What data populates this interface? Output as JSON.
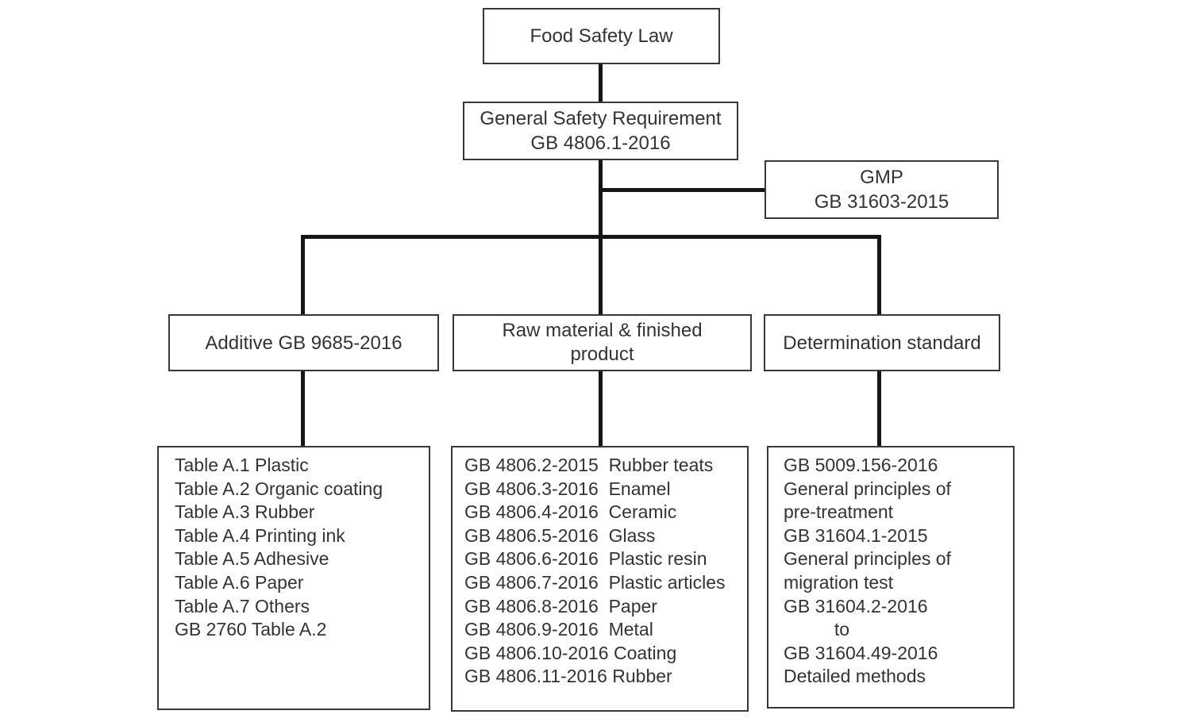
{
  "nodes": {
    "food_safety_law": "Food Safety Law",
    "general_safety": "General Safety Requirement\nGB 4806.1-2016",
    "gmp": "GMP\nGB 31603-2015",
    "additive": "Additive GB 9685-2016",
    "raw_material": "Raw material & finished\nproduct",
    "determination": "Determination standard"
  },
  "lists": {
    "additive": [
      "Table A.1 Plastic",
      "Table A.2 Organic coating",
      "Table A.3 Rubber",
      "Table A.4 Printing ink",
      "Table A.5 Adhesive",
      "Table A.6 Paper",
      "Table A.7 Others",
      "GB 2760 Table A.2"
    ],
    "raw_material": [
      "GB 4806.2-2015  Rubber teats",
      "GB 4806.3-2016  Enamel",
      "GB 4806.4-2016  Ceramic",
      "GB 4806.5-2016  Glass",
      "GB 4806.6-2016  Plastic resin",
      "GB 4806.7-2016  Plastic articles",
      "GB 4806.8-2016  Paper",
      "GB 4806.9-2016  Metal",
      "GB 4806.10-2016 Coating",
      "GB 4806.11-2016 Rubber"
    ],
    "determination": [
      "GB 5009.156-2016",
      "General principles of",
      "pre-treatment",
      "GB 31604.1-2015",
      "General principles of",
      "migration test",
      "GB 31604.2-2016",
      "          to",
      "GB 31604.49-2016",
      "Detailed methods"
    ]
  },
  "colors": {
    "background": "#ffffff",
    "box_border": "#383838",
    "connector": "#161616",
    "text": "#333333"
  }
}
